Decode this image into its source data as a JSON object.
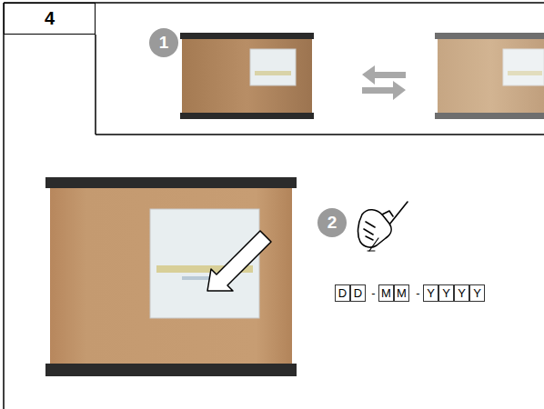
{
  "diagram": {
    "nodes": [
      {
        "text": [
          "4"
        ]
      },
      {
        "text": [
          "1"
        ]
      },
      {
        "text": [
          "2"
        ]
      },
      {
        "text": [
          "D"
        ]
      },
      {
        "text": [
          "D"
        ]
      },
      {
        "text": [
          "M"
        ]
      },
      {
        "text": [
          "M"
        ]
      },
      {
        "text": [
          "Y"
        ]
      },
      {
        "text": [
          "Y"
        ]
      },
      {
        "text": [
          "Y"
        ]
      },
      {
        "text": [
          "Y"
        ]
      }
    ],
    "labels": [
      "-",
      "-"
    ]
  }
}
